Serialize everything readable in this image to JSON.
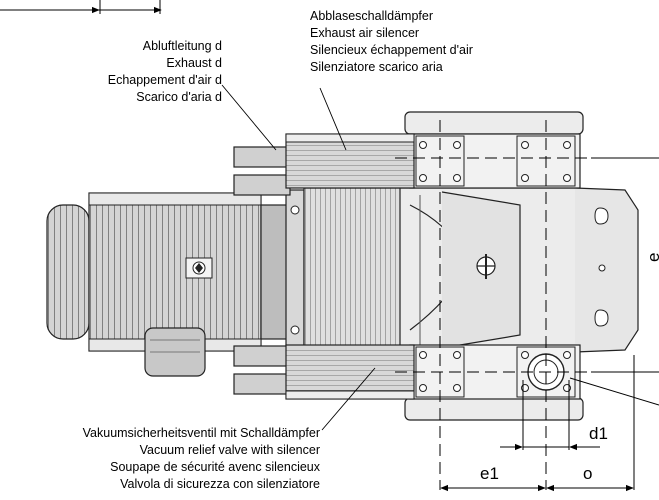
{
  "labels": {
    "silencer": [
      "Abblaseschalldämpfer",
      "Exhaust air silencer",
      "Silencieux échappement d'air",
      "Silenziatore scarico aria"
    ],
    "exhaust": [
      "Abluftleitung d",
      "Exhaust d",
      "Echappement d'air d",
      "Scarico d'aria d"
    ],
    "vacuum_valve": [
      "Vakuumsicherheitsventil mit Schalldämpfer",
      "Vacuum relief valve with silencer",
      "Soupape de sécurité avenc silencieux",
      "Valvola di sicurezza  con silenziatore"
    ]
  },
  "dimensions": {
    "d1": "d1",
    "e1": "e1",
    "o": "o",
    "e_partial": "e"
  }
}
